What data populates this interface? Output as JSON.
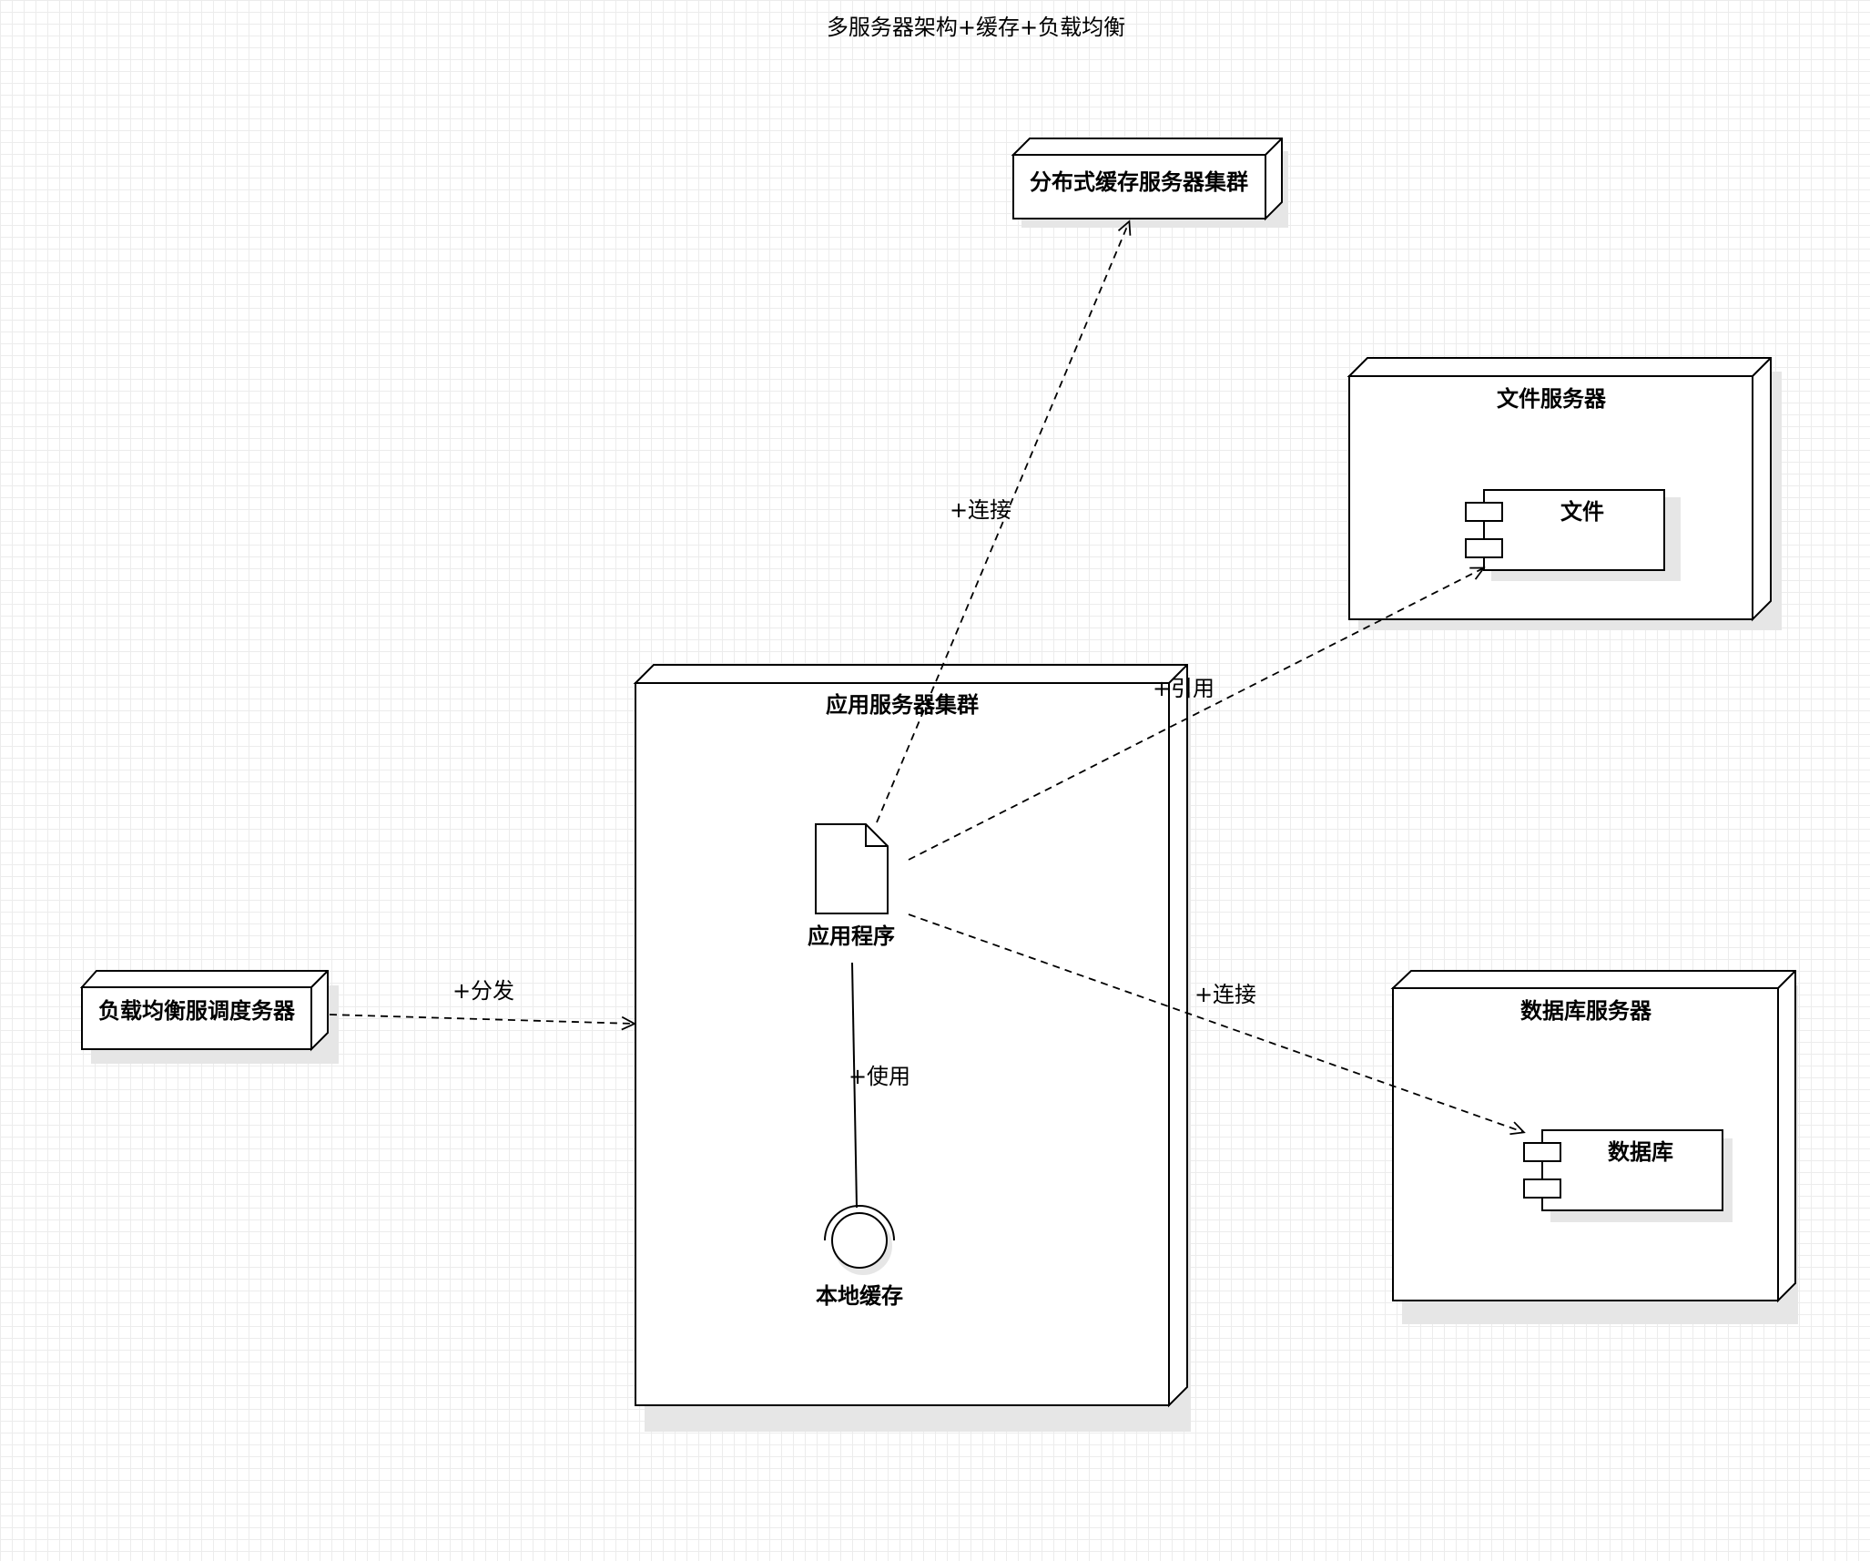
{
  "title": "多服务器架构+缓存+负载均衡",
  "nodes": {
    "distributed_cache": "分布式缓存服务器集群",
    "file_server": "文件服务器",
    "app_cluster": "应用服务器集群",
    "load_balancer": "负载均衡服调度务器",
    "db_server": "数据库服务器"
  },
  "components": {
    "file": "文件",
    "database": "数据库"
  },
  "artifact": {
    "label": "应用程序"
  },
  "interface": {
    "label": "本地缓存"
  },
  "edges": {
    "connect_cache": "+连接",
    "reference_file": "+引用",
    "connect_db": "+连接",
    "dispatch": "+分发",
    "use_cache": "+使用"
  }
}
